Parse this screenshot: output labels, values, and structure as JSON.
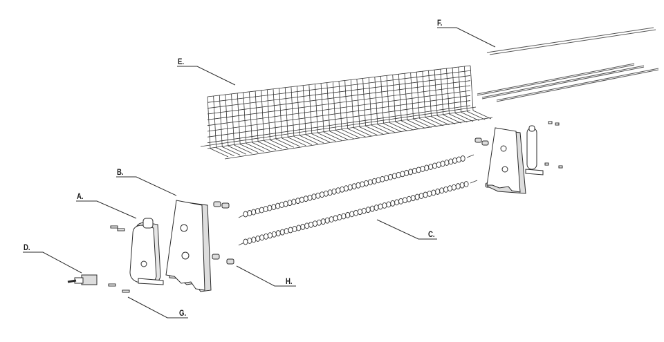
{
  "labels": {
    "a": "A.",
    "b": "B.",
    "c": "C.",
    "d": "D.",
    "e": "E.",
    "f": "F.",
    "g": "G.",
    "h": "H."
  },
  "colors": {
    "line": "#2a2a2a",
    "fill": "#ffffff",
    "shade": "#d8d8d8"
  }
}
